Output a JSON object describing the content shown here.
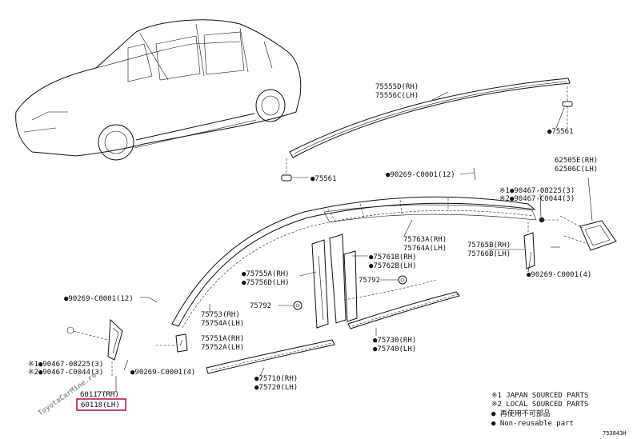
{
  "watermark": "ToyotaCarMine.ru",
  "labels": {
    "p75555": "75555D(RH)",
    "p75556": "75556C(LH)",
    "p75561a": "●75561",
    "p75561b": "●75561",
    "p90269a": "●90269-C0001(12)",
    "p62505": "62505E(RH)",
    "p62506": "62506C(LH)",
    "p90467a1": "※1●90467-08225(3)",
    "p90467a2": "※2●90467-C0044(3)",
    "p75763": "75763A(RH)",
    "p75764": "75764A(LH)",
    "p75761": "●75761B(RH)",
    "p75762": "●75762B(LH)",
    "p75765": "75765B(RH)",
    "p75766": "75766B(LH)",
    "p75755": "●75755A(RH)",
    "p75756": "●75756D(LH)",
    "p75792a": "75792",
    "p75792b": "75792",
    "p90269b": "●90269-C0001(4)",
    "p90269c": "●90269-C0001(12)",
    "p75753": "75753(RH)",
    "p75754": "75754A(LH)",
    "p75751": "75751A(RH)",
    "p75752": "75752A(LH)",
    "p75730": "●75730(RH)",
    "p75740": "●75740(LH)",
    "p90467b1": "※1●90467-08225(3)",
    "p90467b2": "※2●90467-C0044(3)",
    "p90269d": "●90269-C0001(4)",
    "p75710": "●75710(RH)",
    "p75720": "●75720(LH)",
    "p60117": "60117(RH)",
    "p60118": "60118(LH)"
  },
  "legend": {
    "l1": "※1 JAPAN SOURCED PARTS",
    "l2": "※2 LOCAL SOURCED PARTS",
    "l3": "● 再使用不可部品",
    "l4": "● Non-reusable part"
  },
  "code": "753843H",
  "highlight_color": "#c0184a"
}
